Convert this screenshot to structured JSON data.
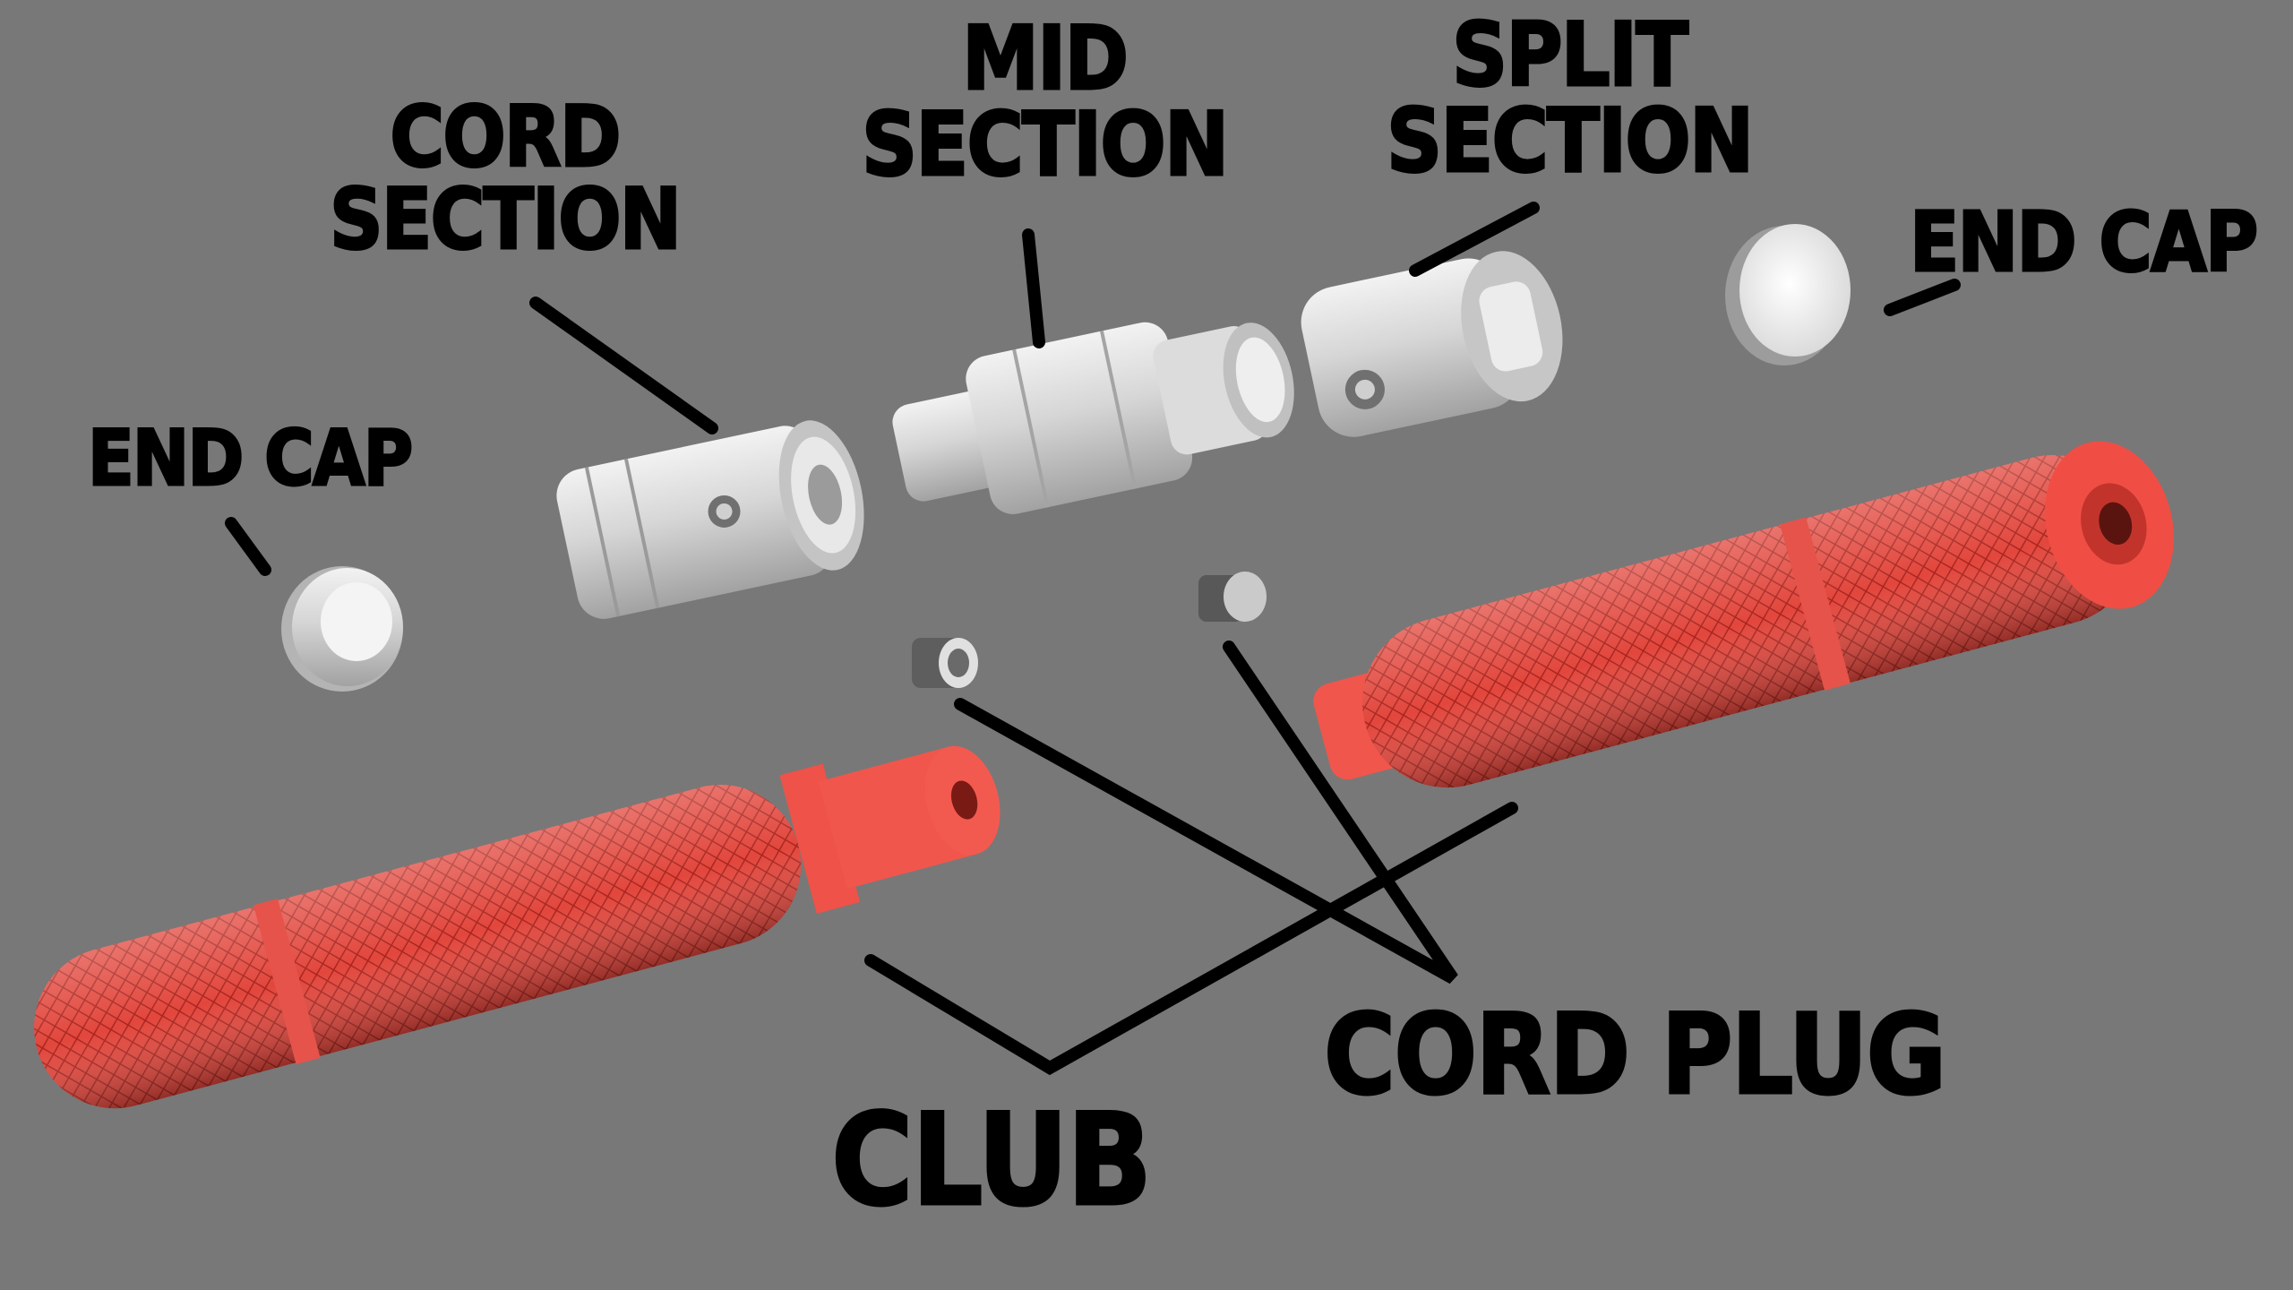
{
  "labels": {
    "cord_section": [
      "CORD",
      "SECTION"
    ],
    "mid_section": [
      "MID",
      "SECTION"
    ],
    "split_section": [
      "SPLIT",
      "SECTION"
    ],
    "end_cap_right": "END CAP",
    "end_cap_left": "END CAP",
    "cord_plug": "CORD PLUG",
    "club": "CLUB"
  },
  "colors": {
    "background": "#787878",
    "club_red": "#e8483e",
    "part_grey": "#d4d4d4",
    "leader_line": "#000000"
  },
  "parts": [
    "end-cap",
    "cord-section",
    "cord-plug",
    "mid-section",
    "split-section",
    "end-cap",
    "club-handle",
    "club-handle"
  ]
}
